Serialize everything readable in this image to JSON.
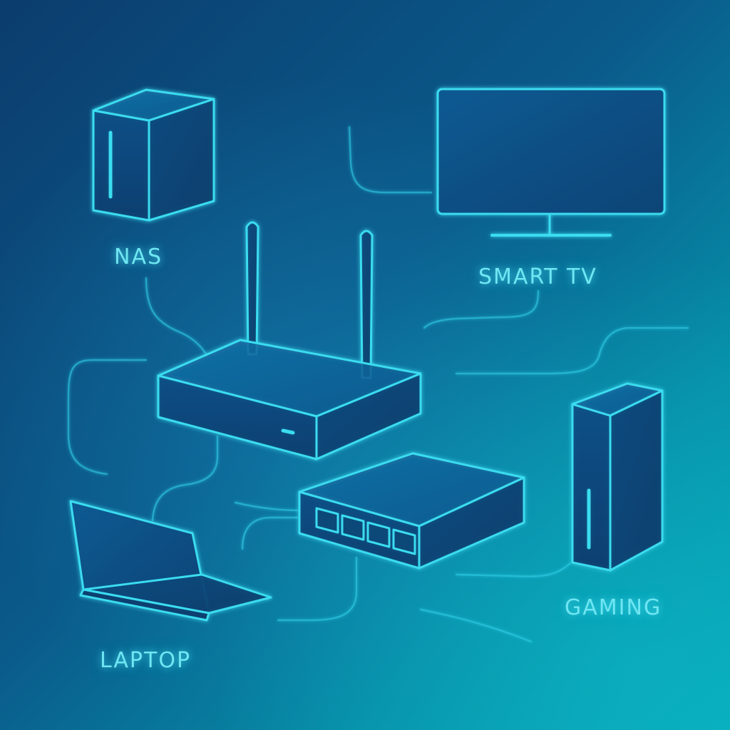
{
  "diagram": {
    "colors": {
      "background_top_left": "#0b3d6e",
      "background_bottom_right": "#05a9ba",
      "line_glow": "#33d8ef",
      "label": "#6fe6f2"
    },
    "nodes": [
      {
        "id": "nas",
        "label": "NAS",
        "icon": "nas-icon"
      },
      {
        "id": "smart_tv",
        "label": "SMART TV",
        "icon": "tv-icon"
      },
      {
        "id": "router",
        "label": "",
        "icon": "router-icon"
      },
      {
        "id": "switch",
        "label": "",
        "icon": "switch-icon"
      },
      {
        "id": "gaming",
        "label": "GAMING",
        "icon": "gaming-console-icon"
      },
      {
        "id": "laptop",
        "label": "LAPTOP",
        "icon": "laptop-icon"
      }
    ],
    "labels": {
      "nas": "NAS",
      "smart_tv": "SMART TV",
      "gaming": "GAMING",
      "laptop": "LAPTOP"
    }
  }
}
